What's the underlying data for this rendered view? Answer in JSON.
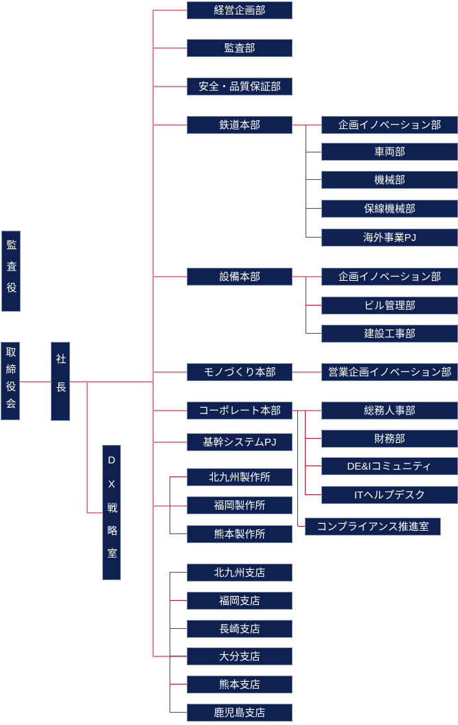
{
  "colors": {
    "box_fill": "#0f2150",
    "box_border": "#7d8cb0",
    "box_text": "#ffffff",
    "line_pink": "#f0808c",
    "line_red": "#cc0a22",
    "background": "#ffffff"
  },
  "org": {
    "auditor": {
      "label": "監査役"
    },
    "board": {
      "label": "取締役会"
    },
    "president": {
      "label": "社長"
    },
    "dx_office": {
      "label": "DX戦略室"
    },
    "divisions": [
      {
        "label": "経営企画部"
      },
      {
        "label": "監査部"
      },
      {
        "label": "安全・品質保証部"
      },
      {
        "label": "鉄道本部",
        "children": [
          {
            "label": "企画イノベーション部"
          },
          {
            "label": "車両部"
          },
          {
            "label": "機械部"
          },
          {
            "label": "保線機械部"
          },
          {
            "label": "海外事業PJ"
          }
        ]
      },
      {
        "label": "設備本部",
        "children": [
          {
            "label": "企画イノベーション部"
          },
          {
            "label": "ビル管理部"
          },
          {
            "label": "建設工事部"
          }
        ]
      },
      {
        "label": "モノづくり本部",
        "children": [
          {
            "label": "営業企画イノベーション部"
          }
        ]
      },
      {
        "label": "コーポレート本部",
        "children": [
          {
            "label": "総務人事部"
          },
          {
            "label": "財務部"
          },
          {
            "label": "DE&Iコミュニティ"
          },
          {
            "label": "ITヘルプデスク"
          },
          {
            "label": "コンプライアンス推進室"
          }
        ]
      },
      {
        "label": "基幹システムPJ"
      },
      {
        "label": "北九州製作所"
      },
      {
        "label": "福岡製作所"
      },
      {
        "label": "熊本製作所"
      },
      {
        "label": "北九州支店"
      },
      {
        "label": "福岡支店"
      },
      {
        "label": "長崎支店"
      },
      {
        "label": "大分支店"
      },
      {
        "label": "熊本支店"
      },
      {
        "label": "鹿児島支店"
      }
    ]
  }
}
